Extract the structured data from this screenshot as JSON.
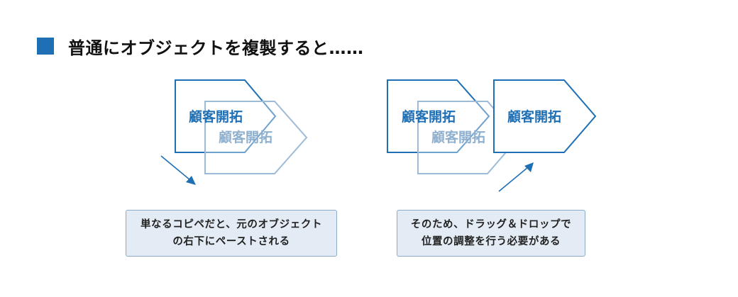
{
  "heading": {
    "text": "普通にオブジェクトを複製すると……",
    "marker_color": "#1f6fb5"
  },
  "shapes": {
    "label": "顧客開拓",
    "primary_color": "#1f6fb5",
    "copy_color": "#9dbbd6"
  },
  "notes": {
    "left": {
      "line1": "単なるコピペだと、元のオブジェクト",
      "line2": "の右下にペーストされる"
    },
    "right": {
      "line1": "そのため、ドラッグ＆ドロップで",
      "line2": "位置の調整を行う必要がある"
    }
  },
  "arrows": {
    "left": "arrow-down-right-icon",
    "right": "arrow-up-right-icon"
  }
}
